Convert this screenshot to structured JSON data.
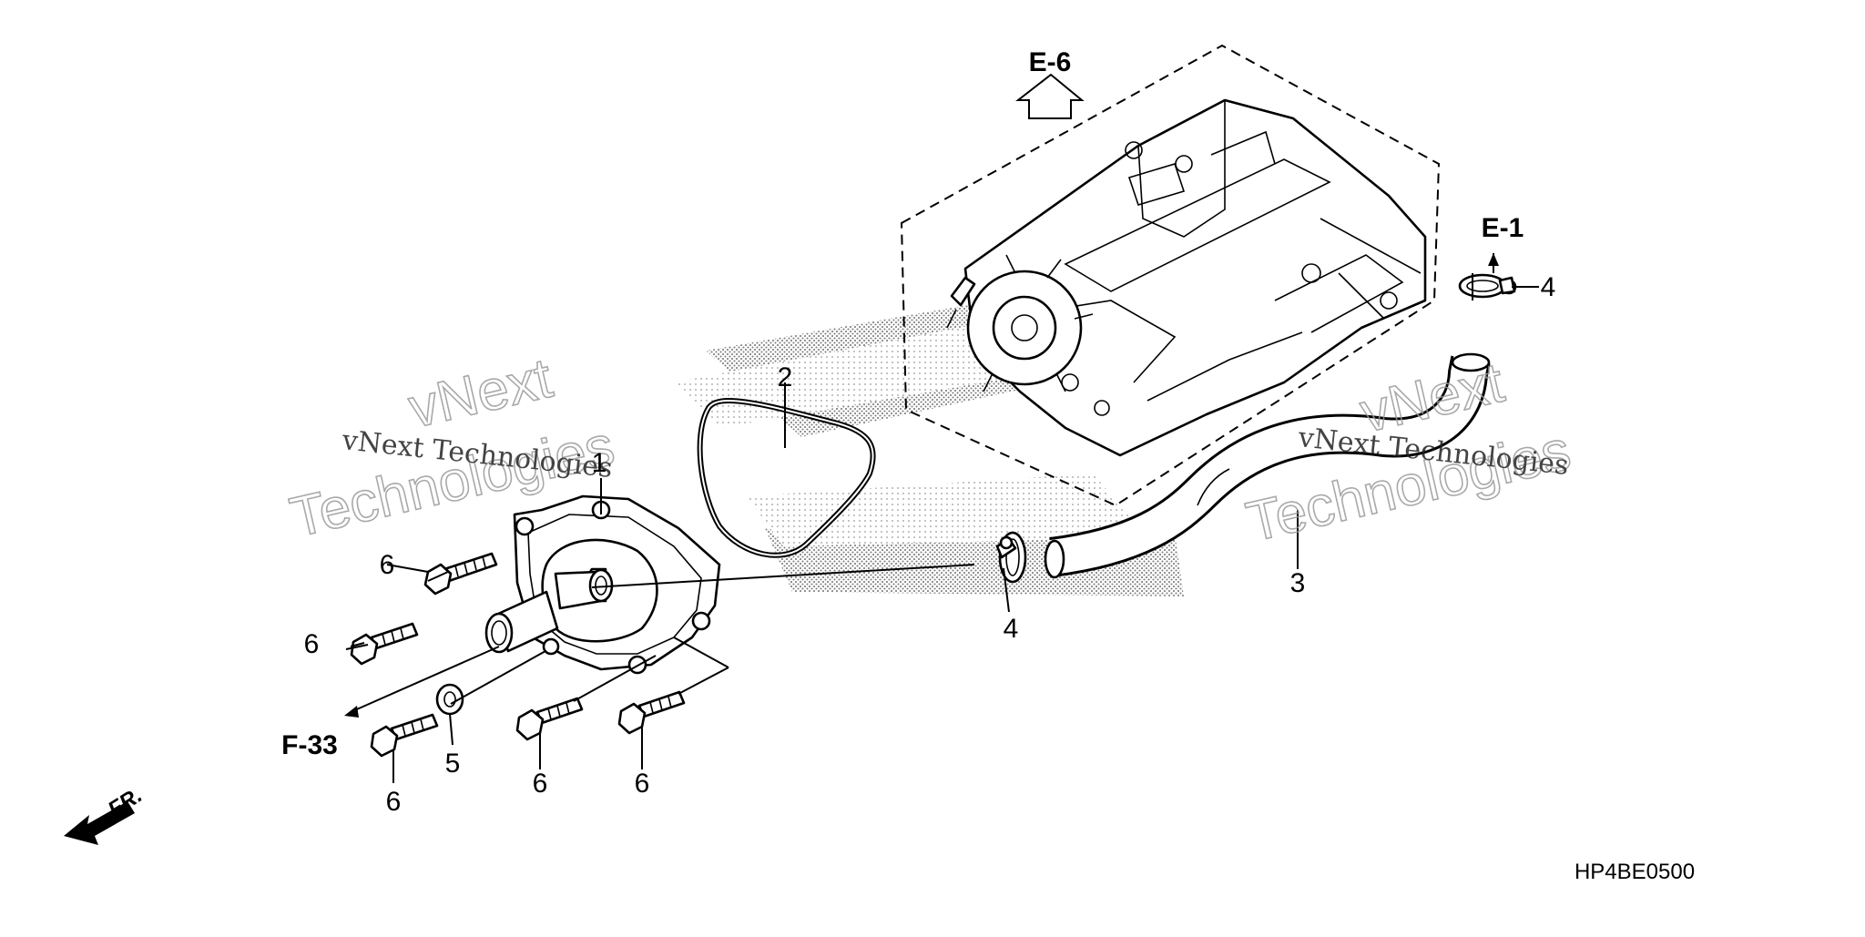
{
  "diagram": {
    "references": {
      "top": "E-6",
      "right": "E-1",
      "left": "F-33"
    },
    "direction_label": "FR.",
    "drawing_code": "HP4BE0500",
    "watermark": {
      "brand_line1": "vNext",
      "brand_line2": "Technologies",
      "tagline": "vNext Technologies"
    },
    "callouts": {
      "p1": "1",
      "p2": "2",
      "p3": "3",
      "p4_clamp_hose": "4",
      "p4_clamp_top": "4",
      "p5_washer": "5",
      "p6_bolt_a": "6",
      "p6_bolt_b": "6",
      "p6_bolt_c": "6",
      "p6_bolt_d": "6",
      "p6_bolt_e": "6"
    }
  }
}
